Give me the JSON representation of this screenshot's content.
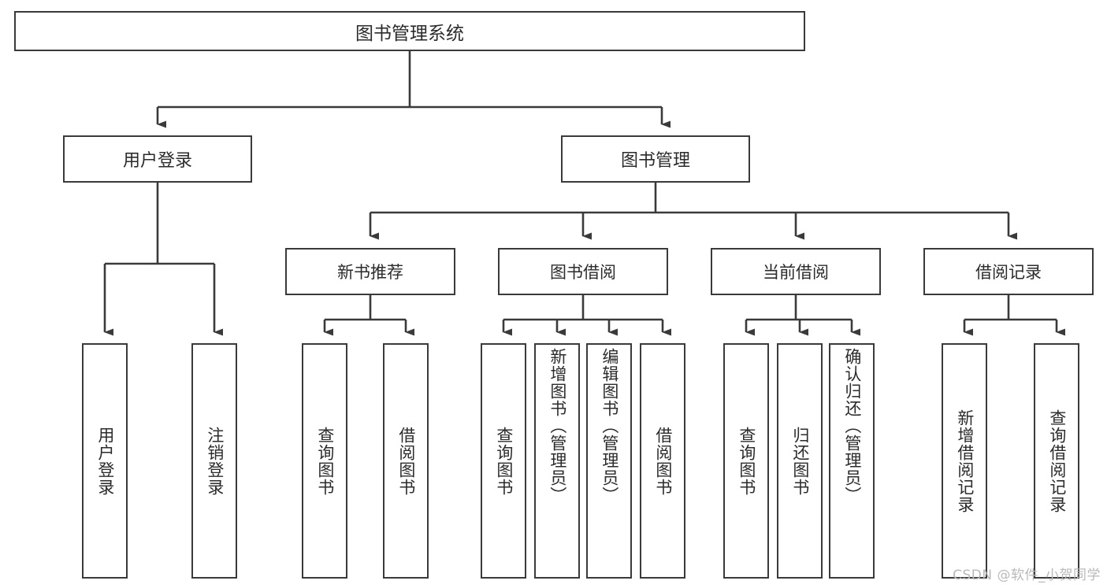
{
  "diagram": {
    "title": "图书管理系统",
    "type": "hierarchy-tree",
    "root": {
      "label": "图书管理系统"
    },
    "level2": [
      {
        "label": "用户登录"
      },
      {
        "label": "图书管理"
      }
    ],
    "level3": [
      {
        "label": "新书推荐"
      },
      {
        "label": "图书借阅"
      },
      {
        "label": "当前借阅"
      },
      {
        "label": "借阅记录"
      }
    ],
    "leaves": {
      "user_login": [
        {
          "label": "用户登录"
        },
        {
          "label": "注销登录"
        }
      ],
      "new_book_recommend": [
        {
          "label": "查询图书"
        },
        {
          "label": "借阅图书"
        }
      ],
      "book_borrow": [
        {
          "label": "查询图书"
        },
        {
          "label": "新增图书（管理员）"
        },
        {
          "label": "编辑图书（管理员）"
        },
        {
          "label": "借阅图书"
        }
      ],
      "current_borrow": [
        {
          "label": "查询图书"
        },
        {
          "label": "归还图书"
        },
        {
          "label": "确认归还（管理员）"
        }
      ],
      "borrow_record": [
        {
          "label": "新增借阅记录"
        },
        {
          "label": "查询借阅记录"
        }
      ]
    },
    "watermark": "CSDN @软件_小贺同学",
    "colors": {
      "stroke": "#3a3a3a",
      "text": "#2b2b2b",
      "background": "#ffffff",
      "watermark": "#b9b9b9"
    }
  }
}
